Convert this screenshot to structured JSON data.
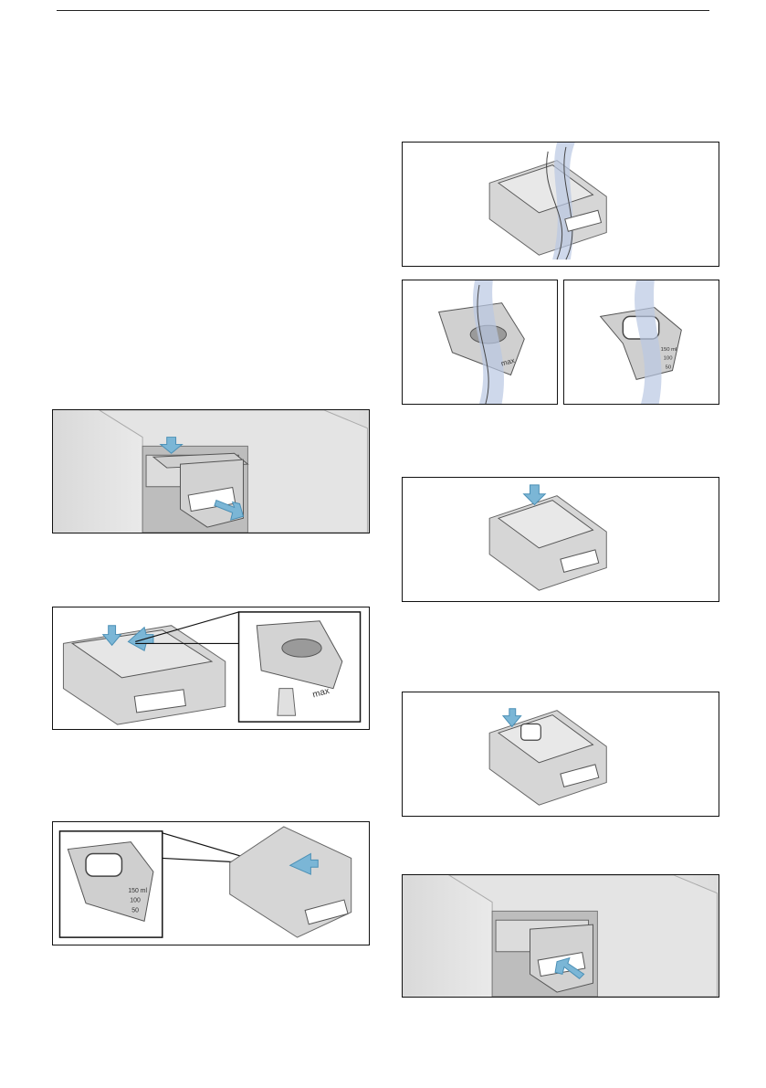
{
  "page": {
    "background": "#ffffff",
    "rule_color": "#222222"
  },
  "colors": {
    "arrow": "#7bb6d6",
    "drawer_fill": "#c9c9c9",
    "drawer_dark": "#9a9a9a",
    "water": "#b9c8e3",
    "frame": "#111111"
  },
  "figures": {
    "fig1_icons": [
      "arrow-down-icon",
      "arrow-out-icon"
    ],
    "fig2_cup_label": "max",
    "fig3_scale": {
      "top": "150 ml",
      "mid": "100",
      "low": "50"
    },
    "fig5_cup_label": "max",
    "fig6_scale": {
      "top": "150 ml",
      "mid": "100",
      "low": "50"
    },
    "fig9_icons": [
      "arrow-in-icon"
    ]
  }
}
